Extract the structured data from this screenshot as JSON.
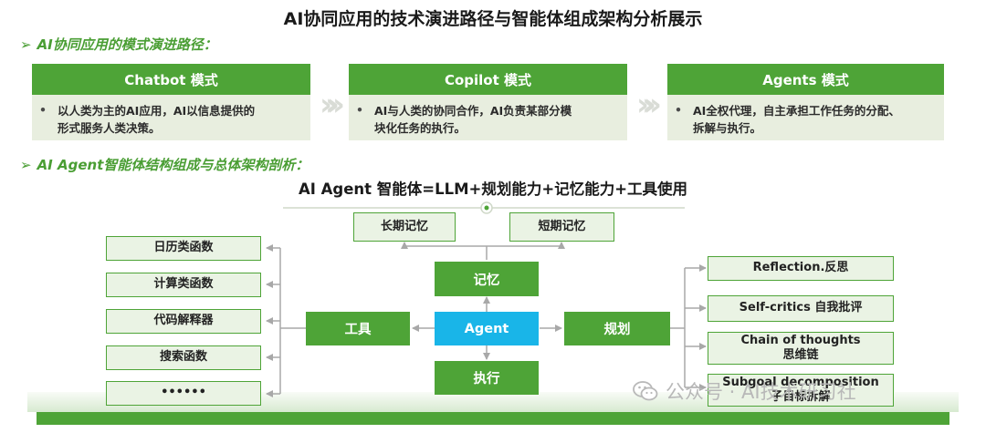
{
  "title": "AI协同应用的技术演进路径与智能体组成架构分析展示",
  "section1": {
    "arrow": "➢",
    "label": "AI协同应用的模式演进路径："
  },
  "modes": [
    {
      "title": "Chatbot 模式",
      "bullet": "•",
      "line1": "以人类为主的AI应用，AI以信息提供的",
      "line2": "形式服务人类决策。"
    },
    {
      "title": "Copilot 模式",
      "bullet": "•",
      "line1": "AI与人类的协同合作，AI负责某部分模",
      "line2": "块化任务的执行。"
    },
    {
      "title": "Agents 模式",
      "bullet": "•",
      "line1": "AI全权代理，自主承担工作任务的分配、",
      "line2": "拆解与执行。"
    }
  ],
  "chevron_glyph": "»»",
  "section2": {
    "arrow": "➢",
    "label": "AI Agent智能体结构组成与总体架构剖析："
  },
  "formula": "AI Agent 智能体=LLM+规划能力+记忆能力+工具使用",
  "diagram": {
    "agent": "Agent",
    "memory": "记忆",
    "tools": "工具",
    "planning": "规划",
    "execution": "执行",
    "long_term_memory": "长期记忆",
    "short_term_memory": "短期记忆",
    "tool_items": [
      "日历类函数",
      "计算类函数",
      "代码解释器",
      "搜索函数",
      "••••••"
    ],
    "planning_items": [
      {
        "line1": "Reflection.反思",
        "line2": ""
      },
      {
        "line1": "Self-critics 自我批评",
        "line2": ""
      },
      {
        "line1": "Chain of thoughts",
        "line2": "思维链"
      },
      {
        "line1": "Subgoal decomposition",
        "line2": "子目标拆解"
      }
    ]
  },
  "watermark": "公众号 · AI技术研习社",
  "colors": {
    "green": "#4ea437",
    "light_green": "#eaf3e4",
    "agent_blue": "#19b5e8",
    "mode_body": "#e8eedf"
  }
}
